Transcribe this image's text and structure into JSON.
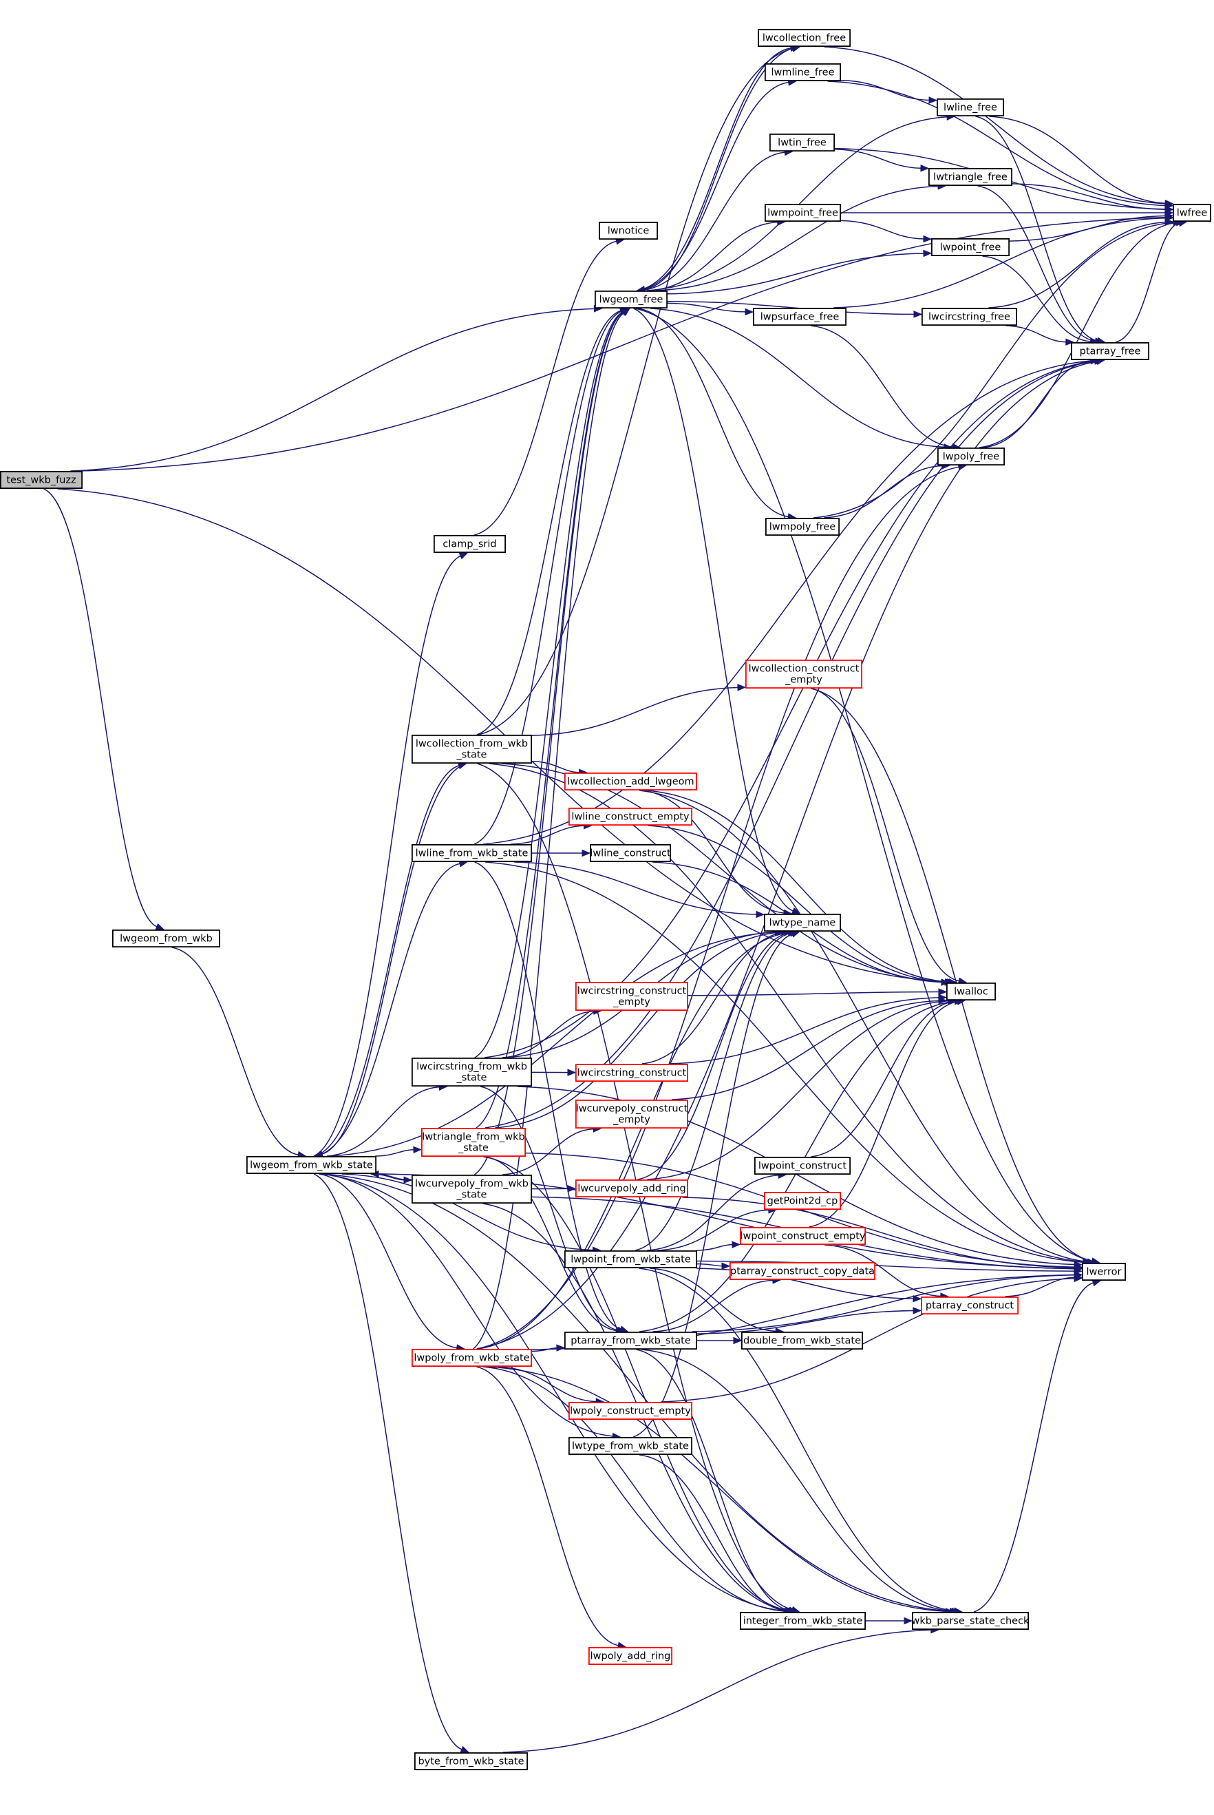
{
  "diagram": {
    "type": "call-graph",
    "edge_color": "#191970",
    "link_border_color": "#000000",
    "external_border_color": "#ff0000",
    "root_fill_color": "#bfbfbf",
    "nodes": [
      {
        "id": "test_wkb_fuzz",
        "lines": [
          "test_wkb_fuzz"
        ],
        "style": "root"
      },
      {
        "id": "lwgeom_from_wkb",
        "lines": [
          "lwgeom_from_wkb"
        ],
        "style": "plain"
      },
      {
        "id": "lwgeom_from_wkb_state",
        "lines": [
          "lwgeom_from_wkb_state"
        ],
        "style": "plain"
      },
      {
        "id": "byte_from_wkb_state",
        "lines": [
          "byte_from_wkb_state"
        ],
        "style": "plain"
      },
      {
        "id": "clamp_srid",
        "lines": [
          "clamp_srid"
        ],
        "style": "plain"
      },
      {
        "id": "lwnotice",
        "lines": [
          "lwnotice"
        ],
        "style": "plain"
      },
      {
        "id": "lwgeom_free",
        "lines": [
          "lwgeom_free"
        ],
        "style": "plain"
      },
      {
        "id": "lwcollection_from_wkb_state",
        "lines": [
          "lwcollection_from_wkb",
          "_state"
        ],
        "style": "plain"
      },
      {
        "id": "lwline_from_wkb_state",
        "lines": [
          "lwline_from_wkb_state"
        ],
        "style": "plain"
      },
      {
        "id": "lwcircstring_from_wkb_state",
        "lines": [
          "lwcircstring_from_wkb",
          "_state"
        ],
        "style": "plain"
      },
      {
        "id": "lwtriangle_from_wkb_state",
        "lines": [
          "lwtriangle_from_wkb",
          "_state"
        ],
        "style": "red"
      },
      {
        "id": "lwcurvepoly_from_wkb_state",
        "lines": [
          "lwcurvepoly_from_wkb",
          "_state"
        ],
        "style": "plain"
      },
      {
        "id": "lwpoly_from_wkb_state",
        "lines": [
          "lwpoly_from_wkb_state"
        ],
        "style": "red"
      },
      {
        "id": "lwcollection_free",
        "lines": [
          "lwcollection_free"
        ],
        "style": "plain"
      },
      {
        "id": "lwmline_free",
        "lines": [
          "lwmline_free"
        ],
        "style": "plain"
      },
      {
        "id": "lwtin_free",
        "lines": [
          "lwtin_free"
        ],
        "style": "plain"
      },
      {
        "id": "lwmpoint_free",
        "lines": [
          "lwmpoint_free"
        ],
        "style": "plain"
      },
      {
        "id": "lwpsurface_free",
        "lines": [
          "lwpsurface_free"
        ],
        "style": "plain"
      },
      {
        "id": "lwmpoly_free",
        "lines": [
          "lwmpoly_free"
        ],
        "style": "plain"
      },
      {
        "id": "lwline_free",
        "lines": [
          "lwline_free"
        ],
        "style": "plain"
      },
      {
        "id": "lwtriangle_free",
        "lines": [
          "lwtriangle_free"
        ],
        "style": "plain"
      },
      {
        "id": "lwpoint_free",
        "lines": [
          "lwpoint_free"
        ],
        "style": "plain"
      },
      {
        "id": "lwcircstring_free",
        "lines": [
          "lwcircstring_free"
        ],
        "style": "plain"
      },
      {
        "id": "lwpoly_free",
        "lines": [
          "lwpoly_free"
        ],
        "style": "plain"
      },
      {
        "id": "ptarray_free",
        "lines": [
          "ptarray_free"
        ],
        "style": "plain"
      },
      {
        "id": "lwfree",
        "lines": [
          "lwfree"
        ],
        "style": "plain"
      },
      {
        "id": "lwcollection_construct_empty",
        "lines": [
          "lwcollection_construct",
          "_empty"
        ],
        "style": "red"
      },
      {
        "id": "lwcollection_add_lwgeom",
        "lines": [
          "lwcollection_add_lwgeom"
        ],
        "style": "red"
      },
      {
        "id": "lwline_construct_empty",
        "lines": [
          "lwline_construct_empty"
        ],
        "style": "red"
      },
      {
        "id": "lwline_construct",
        "lines": [
          "lwline_construct"
        ],
        "style": "plain"
      },
      {
        "id": "lwtype_name",
        "lines": [
          "lwtype_name"
        ],
        "style": "plain"
      },
      {
        "id": "lwcircstring_construct_empty",
        "lines": [
          "lwcircstring_construct",
          "_empty"
        ],
        "style": "red"
      },
      {
        "id": "lwalloc",
        "lines": [
          "lwalloc"
        ],
        "style": "plain"
      },
      {
        "id": "lwcircstring_construct",
        "lines": [
          "lwcircstring_construct"
        ],
        "style": "red"
      },
      {
        "id": "lwcurvepoly_construct_empty",
        "lines": [
          "lwcurvepoly_construct",
          "_empty"
        ],
        "style": "red"
      },
      {
        "id": "lwcurvepoly_add_ring",
        "lines": [
          "lwcurvepoly_add_ring"
        ],
        "style": "red"
      },
      {
        "id": "lwpoint_construct",
        "lines": [
          "lwpoint_construct"
        ],
        "style": "plain"
      },
      {
        "id": "getPoint2d_cp",
        "lines": [
          "getPoint2d_cp"
        ],
        "style": "red"
      },
      {
        "id": "lwpoint_from_wkb_state",
        "lines": [
          "lwpoint_from_wkb_state"
        ],
        "style": "plain"
      },
      {
        "id": "lwpoint_construct_empty",
        "lines": [
          "lwpoint_construct_empty"
        ],
        "style": "red"
      },
      {
        "id": "ptarray_construct_copy_data",
        "lines": [
          "ptarray_construct_copy_data"
        ],
        "style": "red"
      },
      {
        "id": "lwerror",
        "lines": [
          "lwerror"
        ],
        "style": "plain"
      },
      {
        "id": "ptarray_construct",
        "lines": [
          "ptarray_construct"
        ],
        "style": "red"
      },
      {
        "id": "ptarray_from_wkb_state",
        "lines": [
          "ptarray_from_wkb_state"
        ],
        "style": "plain"
      },
      {
        "id": "double_from_wkb_state",
        "lines": [
          "double_from_wkb_state"
        ],
        "style": "plain"
      },
      {
        "id": "lwpoly_construct_empty",
        "lines": [
          "lwpoly_construct_empty"
        ],
        "style": "red"
      },
      {
        "id": "lwtype_from_wkb_state",
        "lines": [
          "lwtype_from_wkb_state"
        ],
        "style": "plain"
      },
      {
        "id": "integer_from_wkb_state",
        "lines": [
          "integer_from_wkb_state"
        ],
        "style": "plain"
      },
      {
        "id": "wkb_parse_state_check",
        "lines": [
          "wkb_parse_state_check"
        ],
        "style": "plain"
      },
      {
        "id": "lwpoly_add_ring",
        "lines": [
          "lwpoly_add_ring"
        ],
        "style": "red"
      }
    ],
    "edges": [
      [
        "test_wkb_fuzz",
        "lwfree"
      ],
      [
        "test_wkb_fuzz",
        "lwgeom_free"
      ],
      [
        "test_wkb_fuzz",
        "lwalloc"
      ],
      [
        "test_wkb_fuzz",
        "lwgeom_from_wkb"
      ],
      [
        "lwgeom_from_wkb",
        "lwgeom_from_wkb_state"
      ],
      [
        "lwgeom_from_wkb_state",
        "clamp_srid"
      ],
      [
        "clamp_srid",
        "lwnotice"
      ],
      [
        "lwgeom_from_wkb_state",
        "lwcollection_from_wkb_state"
      ],
      [
        "lwgeom_from_wkb_state",
        "lwline_from_wkb_state"
      ],
      [
        "lwgeom_from_wkb_state",
        "lwtype_name"
      ],
      [
        "lwgeom_from_wkb_state",
        "lwcircstring_from_wkb_state"
      ],
      [
        "lwgeom_from_wkb_state",
        "lwtriangle_from_wkb_state"
      ],
      [
        "lwgeom_from_wkb_state",
        "lwcurvepoly_from_wkb_state"
      ],
      [
        "lwgeom_from_wkb_state",
        "lwpoint_from_wkb_state"
      ],
      [
        "lwgeom_from_wkb_state",
        "lwpoly_from_wkb_state"
      ],
      [
        "lwgeom_from_wkb_state",
        "lwtype_from_wkb_state"
      ],
      [
        "lwgeom_from_wkb_state",
        "integer_from_wkb_state"
      ],
      [
        "lwgeom_from_wkb_state",
        "byte_from_wkb_state"
      ],
      [
        "lwgeom_from_wkb_state",
        "lwerror"
      ],
      [
        "lwgeom_from_wkb_state",
        "wkb_parse_state_check"
      ],
      [
        "byte_from_wkb_state",
        "wkb_parse_state_check"
      ],
      [
        "lwcollection_from_wkb_state",
        "lwgeom_from_wkb_state"
      ],
      [
        "lwcollection_from_wkb_state",
        "lwcollection_construct_empty"
      ],
      [
        "lwcollection_from_wkb_state",
        "lwcollection_add_lwgeom"
      ],
      [
        "lwcollection_from_wkb_state",
        "lwgeom_free"
      ],
      [
        "lwcollection_from_wkb_state",
        "lwcollection_free"
      ],
      [
        "lwcollection_from_wkb_state",
        "integer_from_wkb_state"
      ],
      [
        "lwcollection_from_wkb_state",
        "lwerror"
      ],
      [
        "lwcollection_from_wkb_state",
        "lwalloc"
      ],
      [
        "lwline_from_wkb_state",
        "lwline_construct_empty"
      ],
      [
        "lwline_from_wkb_state",
        "lwline_construct"
      ],
      [
        "lwline_from_wkb_state",
        "lwtype_name"
      ],
      [
        "lwline_from_wkb_state",
        "ptarray_from_wkb_state"
      ],
      [
        "lwline_from_wkb_state",
        "ptarray_free"
      ],
      [
        "lwline_from_wkb_state",
        "lwerror"
      ],
      [
        "lwline_from_wkb_state",
        "lwgeom_free"
      ],
      [
        "lwcircstring_from_wkb_state",
        "lwcircstring_construct_empty"
      ],
      [
        "lwcircstring_from_wkb_state",
        "lwcircstring_construct"
      ],
      [
        "lwcircstring_from_wkb_state",
        "lwtype_name"
      ],
      [
        "lwcircstring_from_wkb_state",
        "ptarray_from_wkb_state"
      ],
      [
        "lwcircstring_from_wkb_state",
        "ptarray_free"
      ],
      [
        "lwcircstring_from_wkb_state",
        "lwerror"
      ],
      [
        "lwcircstring_from_wkb_state",
        "lwgeom_free"
      ],
      [
        "lwtriangle_from_wkb_state",
        "lwtype_name"
      ],
      [
        "lwtriangle_from_wkb_state",
        "ptarray_from_wkb_state"
      ],
      [
        "lwtriangle_from_wkb_state",
        "integer_from_wkb_state"
      ],
      [
        "lwtriangle_from_wkb_state",
        "lwerror"
      ],
      [
        "lwtriangle_from_wkb_state",
        "ptarray_free"
      ],
      [
        "lwtriangle_from_wkb_state",
        "lwgeom_free"
      ],
      [
        "lwcurvepoly_from_wkb_state",
        "lwgeom_from_wkb_state"
      ],
      [
        "lwcurvepoly_from_wkb_state",
        "lwcurvepoly_construct_empty"
      ],
      [
        "lwcurvepoly_from_wkb_state",
        "lwcurvepoly_add_ring"
      ],
      [
        "lwcurvepoly_from_wkb_state",
        "integer_from_wkb_state"
      ],
      [
        "lwcurvepoly_from_wkb_state",
        "lwgeom_free"
      ],
      [
        "lwcurvepoly_from_wkb_state",
        "lwerror"
      ],
      [
        "lwpoly_from_wkb_state",
        "ptarray_from_wkb_state"
      ],
      [
        "lwpoly_from_wkb_state",
        "lwpoly_construct_empty"
      ],
      [
        "lwpoly_from_wkb_state",
        "lwpoly_add_ring"
      ],
      [
        "lwpoly_from_wkb_state",
        "integer_from_wkb_state"
      ],
      [
        "lwpoly_from_wkb_state",
        "lwtype_name"
      ],
      [
        "lwpoly_from_wkb_state",
        "lwpoly_free"
      ],
      [
        "lwpoly_from_wkb_state",
        "lwgeom_free"
      ],
      [
        "lwpoly_from_wkb_state",
        "lwerror"
      ],
      [
        "lwpoly_from_wkb_state",
        "ptarray_free"
      ],
      [
        "lwpoly_from_wkb_state",
        "wkb_parse_state_check"
      ],
      [
        "lwgeom_free",
        "lwcollection_free"
      ],
      [
        "lwgeom_free",
        "lwmline_free"
      ],
      [
        "lwgeom_free",
        "lwline_free"
      ],
      [
        "lwgeom_free",
        "lwtin_free"
      ],
      [
        "lwgeom_free",
        "lwtriangle_free"
      ],
      [
        "lwgeom_free",
        "lwmpoint_free"
      ],
      [
        "lwgeom_free",
        "lwpoint_free"
      ],
      [
        "lwgeom_free",
        "lwpsurface_free"
      ],
      [
        "lwgeom_free",
        "lwcircstring_free"
      ],
      [
        "lwgeom_free",
        "lwpoly_free"
      ],
      [
        "lwgeom_free",
        "lwmpoly_free"
      ],
      [
        "lwgeom_free",
        "lwtype_name"
      ],
      [
        "lwgeom_free",
        "lwerror"
      ],
      [
        "lwcollection_free",
        "lwgeom_free"
      ],
      [
        "lwcollection_free",
        "lwfree"
      ],
      [
        "lwmline_free",
        "lwline_free"
      ],
      [
        "lwmline_free",
        "lwfree"
      ],
      [
        "lwtin_free",
        "lwtriangle_free"
      ],
      [
        "lwtin_free",
        "lwfree"
      ],
      [
        "lwmpoint_free",
        "lwpoint_free"
      ],
      [
        "lwmpoint_free",
        "lwfree"
      ],
      [
        "lwpsurface_free",
        "lwpoly_free"
      ],
      [
        "lwpsurface_free",
        "lwfree"
      ],
      [
        "lwmpoly_free",
        "lwpoly_free"
      ],
      [
        "lwmpoly_free",
        "lwfree"
      ],
      [
        "lwline_free",
        "ptarray_free"
      ],
      [
        "lwline_free",
        "lwfree"
      ],
      [
        "lwtriangle_free",
        "ptarray_free"
      ],
      [
        "lwtriangle_free",
        "lwfree"
      ],
      [
        "lwpoint_free",
        "ptarray_free"
      ],
      [
        "lwpoint_free",
        "lwfree"
      ],
      [
        "lwcircstring_free",
        "ptarray_free"
      ],
      [
        "lwcircstring_free",
        "lwfree"
      ],
      [
        "lwpoly_free",
        "ptarray_free"
      ],
      [
        "lwpoly_free",
        "lwfree"
      ],
      [
        "ptarray_free",
        "lwfree"
      ],
      [
        "lwcollection_construct_empty",
        "lwalloc"
      ],
      [
        "lwcollection_construct_empty",
        "lwerror"
      ],
      [
        "lwcollection_add_lwgeom",
        "lwtype_name"
      ],
      [
        "lwcollection_add_lwgeom",
        "lwalloc"
      ],
      [
        "lwcollection_add_lwgeom",
        "lwerror"
      ],
      [
        "lwline_construct_empty",
        "lwalloc"
      ],
      [
        "lwline_construct",
        "lwalloc"
      ],
      [
        "lwcircstring_construct_empty",
        "lwalloc"
      ],
      [
        "lwcircstring_construct",
        "lwalloc"
      ],
      [
        "lwcircstring_construct",
        "lwtype_name"
      ],
      [
        "lwcurvepoly_construct_empty",
        "lwalloc"
      ],
      [
        "lwcurvepoly_add_ring",
        "lwtype_name"
      ],
      [
        "lwcurvepoly_add_ring",
        "lwalloc"
      ],
      [
        "lwcurvepoly_add_ring",
        "lwerror"
      ],
      [
        "lwpoint_construct",
        "lwalloc"
      ],
      [
        "lwpoint_from_wkb_state",
        "lwpoint_construct"
      ],
      [
        "lwpoint_from_wkb_state",
        "getPoint2d_cp"
      ],
      [
        "lwpoint_from_wkb_state",
        "lwpoint_construct_empty"
      ],
      [
        "lwpoint_from_wkb_state",
        "ptarray_construct_copy_data"
      ],
      [
        "lwpoint_from_wkb_state",
        "ptarray_construct"
      ],
      [
        "lwpoint_from_wkb_state",
        "double_from_wkb_state"
      ],
      [
        "lwpoint_from_wkb_state",
        "lwtype_name"
      ],
      [
        "lwpoint_from_wkb_state",
        "wkb_parse_state_check"
      ],
      [
        "lwpoint_from_wkb_state",
        "lwerror"
      ],
      [
        "lwpoint_construct_empty",
        "lwalloc"
      ],
      [
        "lwpoint_construct_empty",
        "ptarray_construct"
      ],
      [
        "ptarray_construct",
        "lwerror"
      ],
      [
        "ptarray_from_wkb_state",
        "ptarray_construct_copy_data"
      ],
      [
        "ptarray_from_wkb_state",
        "double_from_wkb_state"
      ],
      [
        "ptarray_from_wkb_state",
        "ptarray_construct"
      ],
      [
        "ptarray_from_wkb_state",
        "lwerror"
      ],
      [
        "ptarray_from_wkb_state",
        "integer_from_wkb_state"
      ],
      [
        "ptarray_from_wkb_state",
        "wkb_parse_state_check"
      ],
      [
        "ptarray_from_wkb_state",
        "lwalloc"
      ],
      [
        "lwpoly_construct_empty",
        "lwerror"
      ],
      [
        "lwtype_from_wkb_state",
        "integer_from_wkb_state"
      ],
      [
        "lwtype_from_wkb_state",
        "lwtype_name"
      ],
      [
        "integer_from_wkb_state",
        "wkb_parse_state_check"
      ],
      [
        "wkb_parse_state_check",
        "lwerror"
      ]
    ]
  }
}
